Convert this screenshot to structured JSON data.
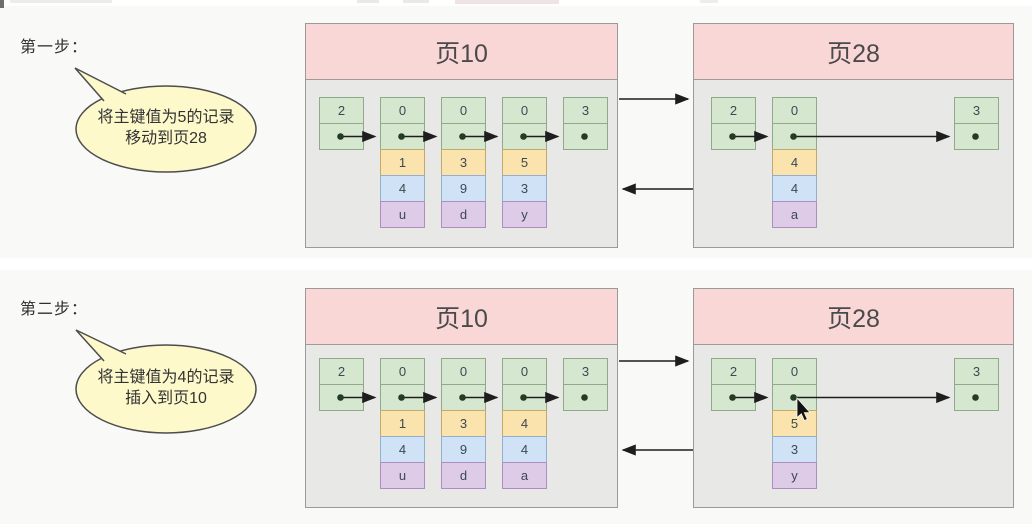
{
  "palette": {
    "page_header": "#f8d7d6",
    "page_body": "#e8e8e7",
    "record_type_cell": "#d6e7d0",
    "key_cell": "#fae3ac",
    "col2_cell": "#cfe2f6",
    "col3_cell": "#ddcbe8",
    "bubble_fill": "#fdf9cb",
    "arrow": "#1e1e1e"
  },
  "steps": [
    {
      "label": "第一步：",
      "bubble": {
        "line1": "将主键值为5的记录",
        "line2": "移动到页28"
      },
      "pages": [
        {
          "title": "页10",
          "records": [
            {
              "type": "2"
            },
            {
              "type": "0",
              "key": "1",
              "col2": "4",
              "col3": "u"
            },
            {
              "type": "0",
              "key": "3",
              "col2": "9",
              "col3": "d"
            },
            {
              "type": "0",
              "key": "5",
              "col2": "3",
              "col3": "y"
            },
            {
              "type": "3"
            }
          ]
        },
        {
          "title": "页28",
          "records": [
            {
              "type": "2"
            },
            {
              "type": "0",
              "key": "4",
              "col2": "4",
              "col3": "a"
            },
            {
              "type": "3"
            }
          ]
        }
      ]
    },
    {
      "label": "第二步：",
      "bubble": {
        "line1": "将主键值为4的记录",
        "line2": "插入到页10"
      },
      "pages": [
        {
          "title": "页10",
          "records": [
            {
              "type": "2"
            },
            {
              "type": "0",
              "key": "1",
              "col2": "4",
              "col3": "u"
            },
            {
              "type": "0",
              "key": "3",
              "col2": "9",
              "col3": "d"
            },
            {
              "type": "0",
              "key": "4",
              "col2": "4",
              "col3": "a"
            },
            {
              "type": "3"
            }
          ]
        },
        {
          "title": "页28",
          "records": [
            {
              "type": "2"
            },
            {
              "type": "0",
              "key": "5",
              "col2": "3",
              "col3": "y"
            },
            {
              "type": "3"
            }
          ]
        }
      ]
    }
  ]
}
